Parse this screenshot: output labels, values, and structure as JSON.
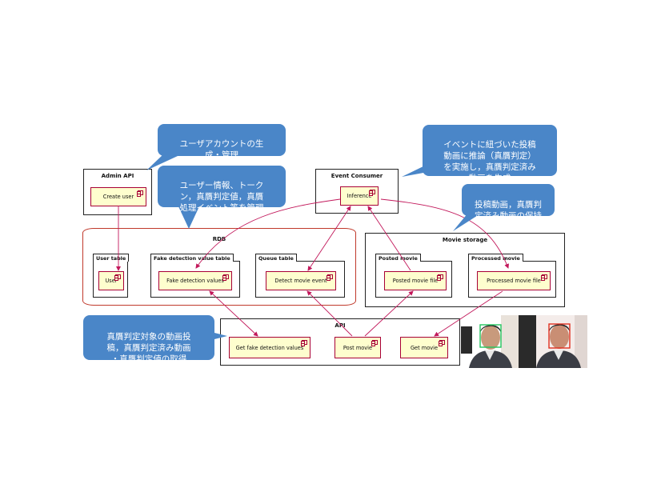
{
  "diagram": {
    "nodes": {
      "admin_api": {
        "title": "Admin API",
        "component": "Create user"
      },
      "event_consumer": {
        "title": "Event Consumer",
        "component": "Inference"
      },
      "rdb": {
        "title": "RDB",
        "tables": [
          {
            "name": "User table",
            "component": "User"
          },
          {
            "name": "Fake detection value table",
            "component": "Fake detection values"
          },
          {
            "name": "Queue table",
            "component": "Detect movie event"
          }
        ]
      },
      "movie_storage": {
        "title": "Movie storage",
        "folders": [
          {
            "name": "Posted movie",
            "component": "Posted movie file"
          },
          {
            "name": "Processed movie",
            "component": "Processed movie file"
          }
        ]
      },
      "api": {
        "title": "API",
        "components": [
          "Get fake detection values",
          "Post movie",
          "Get movie"
        ]
      }
    },
    "callouts": [
      "ユーザアカウントの生\n成・管理",
      "ユーザー情報、トーク\nン，真贋判定値，真贋\n処理イベント等を管理",
      "イベントに紐づいた投稿\n動画に推論（真贋判定）\nを実施し，真贋判定済み\n動画を生成",
      "投稿動画，真贋判\n定済み動画の保持",
      "真贋判定対象の動画投\n稿，真贋判定済み動画\n・真贋判定値の取得"
    ],
    "colors": {
      "callout": "#4a86c8",
      "component_fill": "#fefece",
      "component_border": "#a80036",
      "arrow": "#c2185b",
      "face_box_real": "#22c55e",
      "face_box_fake": "#e03020"
    },
    "photos": [
      "face-detected-real",
      "face-detected-fake"
    ]
  }
}
